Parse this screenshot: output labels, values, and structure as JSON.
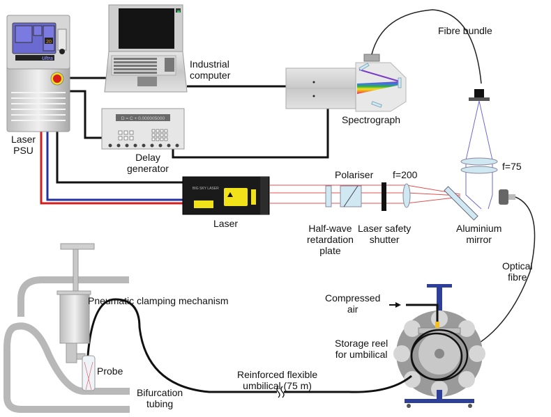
{
  "title": "Raman spectroscopy remote probe experimental setup",
  "labels": {
    "laser_psu": "Laser\nPSU",
    "industrial_computer": "Industrial\ncomputer",
    "delay_generator": "Delay\ngenerator",
    "spectrograph": "Spectrograph",
    "fibre_bundle": "Fibre bundle",
    "laser": "Laser",
    "polariser": "Polariser",
    "f200": "f=200",
    "f75": "f=75",
    "half_wave": "Half-wave\nretardation\nplate",
    "shutter": "Laser safety\nshutter",
    "mirror": "Aluminium\nmirror",
    "optical_fibre": "Optical\nfibre",
    "compressed_air": "Compressed\nair",
    "storage_reel": "Storage reel\nfor umbilical",
    "umbilical": "Reinforced flexible\numbilical (75 m)",
    "pneumatic": "Pneumatic clamping mechanism",
    "probe": "Probe",
    "bifurcation": "Bifurcation\ntubing"
  },
  "devices": {
    "psu_display": "20",
    "psu_brand": "Ultra",
    "delay_display": "D = C + 0.000005000",
    "laser_brand": "BIG SKY LASER"
  },
  "colors": {
    "cable": "#111111",
    "power_red": "#d11f1f",
    "power_blue": "#2432a0",
    "laser_beam": "#e05050",
    "collected_light": "#6a6ad8",
    "optic_glass": "#cfe8f2",
    "warning_yellow": "#f2e21a",
    "panel_purple": "#6a6ad0",
    "reel_blue": "#2e3f9a",
    "device_grey": "#cfcfcf",
    "tube_grey": "#b8b8b8"
  }
}
